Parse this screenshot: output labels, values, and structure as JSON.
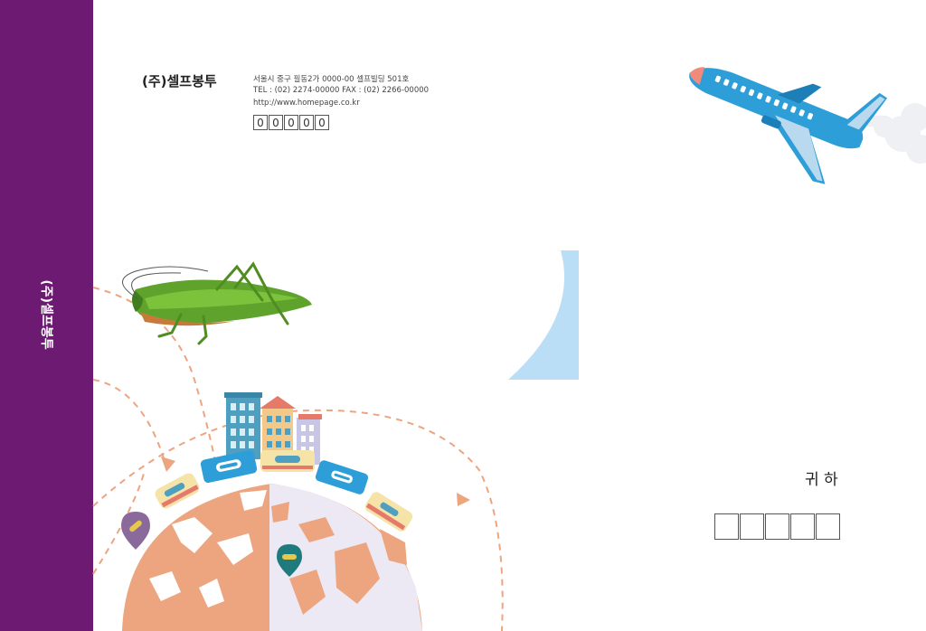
{
  "sender": {
    "company_name": "(주)셀프봉투",
    "address": "서울시 중구 필동2가 0000-00 셀프빌딩 501호",
    "phone_fax": "TEL : (02) 2274-00000  FAX : (02) 2266-00000",
    "website": "http://www.homepage.co.kr",
    "postal_digits": [
      "0",
      "0",
      "0",
      "0",
      "0"
    ]
  },
  "spine": {
    "label": "(주)셀프봉투",
    "color": "#6d1a72"
  },
  "recipient": {
    "honorific": "귀 하",
    "postal_box_count": 5
  },
  "illustrations": [
    "airplane",
    "grasshopper",
    "globe",
    "train",
    "city-buildings",
    "map-pin",
    "crescent"
  ],
  "colors": {
    "accent": "#6d1a72",
    "globe": "#eda57f",
    "dashed_path": "#eda57f",
    "crescent": "#b9def5",
    "airplane": "#2e9ed8"
  }
}
